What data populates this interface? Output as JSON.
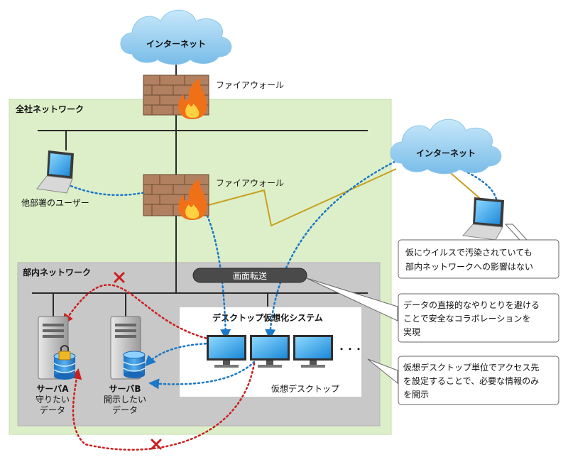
{
  "clouds": {
    "top": "インターネット",
    "right": "インターネット"
  },
  "firewalls": {
    "outer": "ファイアウォール",
    "inner": "ファイアウォール"
  },
  "zones": {
    "company": "全社ネットワーク",
    "department": "部内ネットワーク"
  },
  "other_user": "他部署のユーザー",
  "screen_transfer": "画面転送",
  "vdi_system": "デスクトップ仮想化システム",
  "virtual_desktop": "仮想デスクトップ",
  "ellipsis": "・・・",
  "servers": {
    "a": {
      "name": "サーバA",
      "line1": "守りたい",
      "line2": "データ"
    },
    "b": {
      "name": "サーバB",
      "line1": "開示したい",
      "line2": "データ"
    }
  },
  "callouts": {
    "virus": [
      "仮にウイルスで汚染されていても",
      "部内ネットワークへの影響はない"
    ],
    "collab": [
      "データの直接的なやりとりを避ける",
      "ことで安全なコラボレーションを",
      "実現"
    ],
    "access": [
      "仮想デスクトップ単位でアクセス先",
      "を設定することで、必要な情報のみ",
      "を開示"
    ]
  },
  "colors": {
    "company_zone": "#dcefc8",
    "department_zone": "#c8c8c8",
    "cloud": "#8cc8ec",
    "blue_dots": "#1a78c8",
    "red_dots": "#cc1e1e",
    "gold_link": "#c8a020"
  }
}
